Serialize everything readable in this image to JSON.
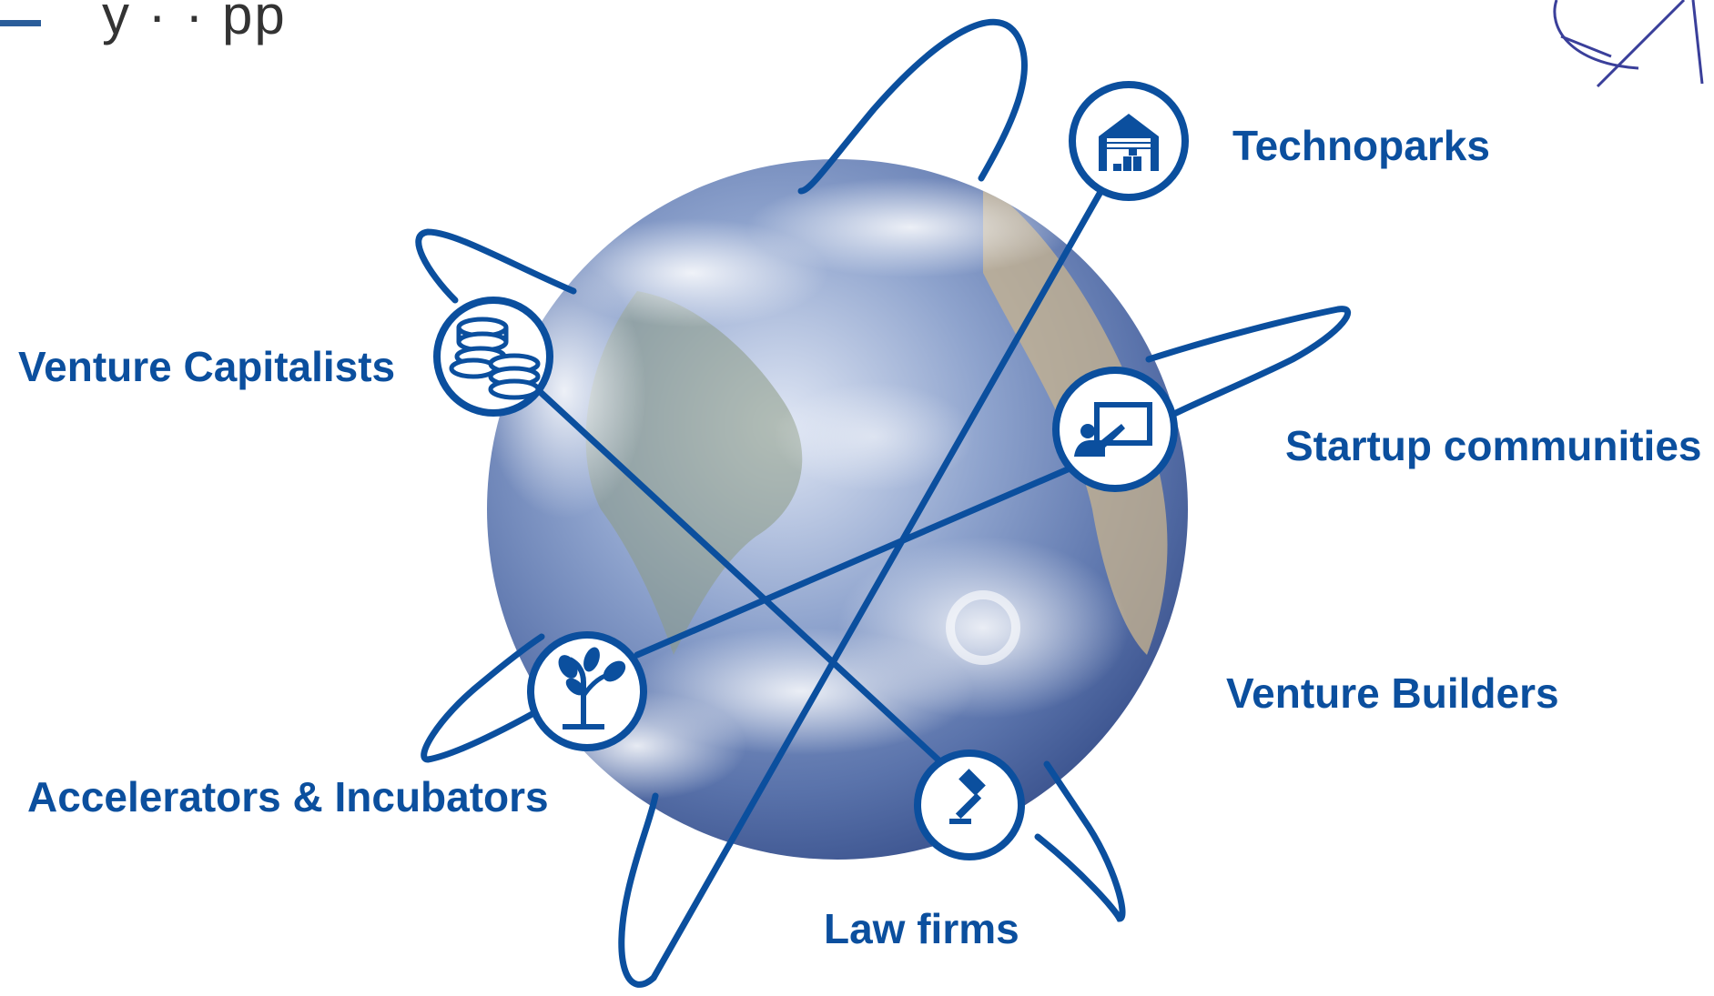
{
  "header": {
    "title_fragment": "y  ·    ·   pp"
  },
  "colors": {
    "accent": "#0b4f9e",
    "ring_fill": "#ffffff",
    "globe_ocean": "#4c6aa3",
    "globe_land": "#b9a98a"
  },
  "nodes": [
    {
      "id": "technoparks",
      "label": "Technoparks",
      "icon": "warehouse-icon"
    },
    {
      "id": "venture_capitalists",
      "label": "Venture Capitalists",
      "icon": "coins-icon"
    },
    {
      "id": "startup_communities",
      "label": "Startup communities",
      "icon": "presentation-icon"
    },
    {
      "id": "venture_builders",
      "label": "Venture Builders",
      "icon": ""
    },
    {
      "id": "accelerators",
      "label": "Accelerators & Incubators",
      "icon": "sprout-icon"
    },
    {
      "id": "law_firms",
      "label": "Law firms",
      "icon": "gavel-icon"
    }
  ]
}
